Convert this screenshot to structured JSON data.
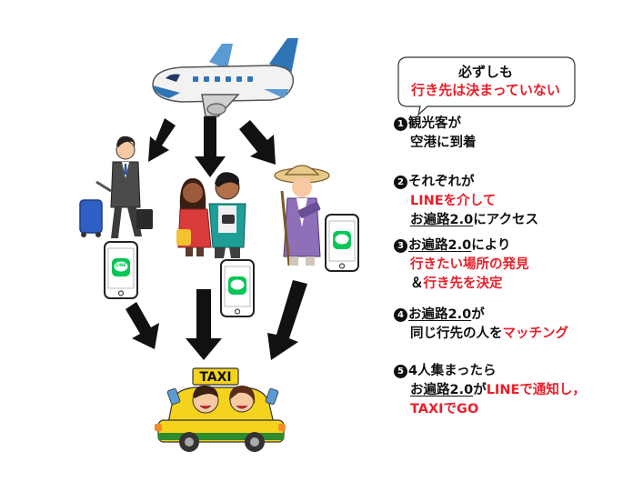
{
  "bubble": {
    "line1": "必ずしも",
    "line2": "行き先は決まっていない"
  },
  "steps": [
    {
      "num": "1",
      "line1": "観光客が",
      "line2": "空港に到着"
    },
    {
      "num": "2",
      "line1": "それぞれが",
      "line2_red": "LINEを介して",
      "line3_u": "お遍路2.0",
      "line3_rest": "にアクセス"
    },
    {
      "num": "3",
      "line1_u": "お遍路2.0",
      "line1_rest": "により",
      "line2_red": "行きたい場所の発見",
      "line3_pre": "＆",
      "line3_red": "行き先を決定"
    },
    {
      "num": "4",
      "line1_u": "お遍路2.0",
      "line1_rest": "が",
      "line2_pre": "同じ行先の人を",
      "line2_red": "マッチング"
    },
    {
      "num": "5",
      "line1": "4人集まったら",
      "line2_u": "お遍路2.0",
      "line2_mid": "が",
      "line2_red": "LINEで通知し，",
      "line3_red": "TAXIでGO"
    }
  ],
  "phone_label": "LINE",
  "taxi_sign": "TAXI",
  "colors": {
    "accent_red": "#e8202a",
    "line_green": "#06c755",
    "taxi_yellow": "#f5d21c"
  }
}
